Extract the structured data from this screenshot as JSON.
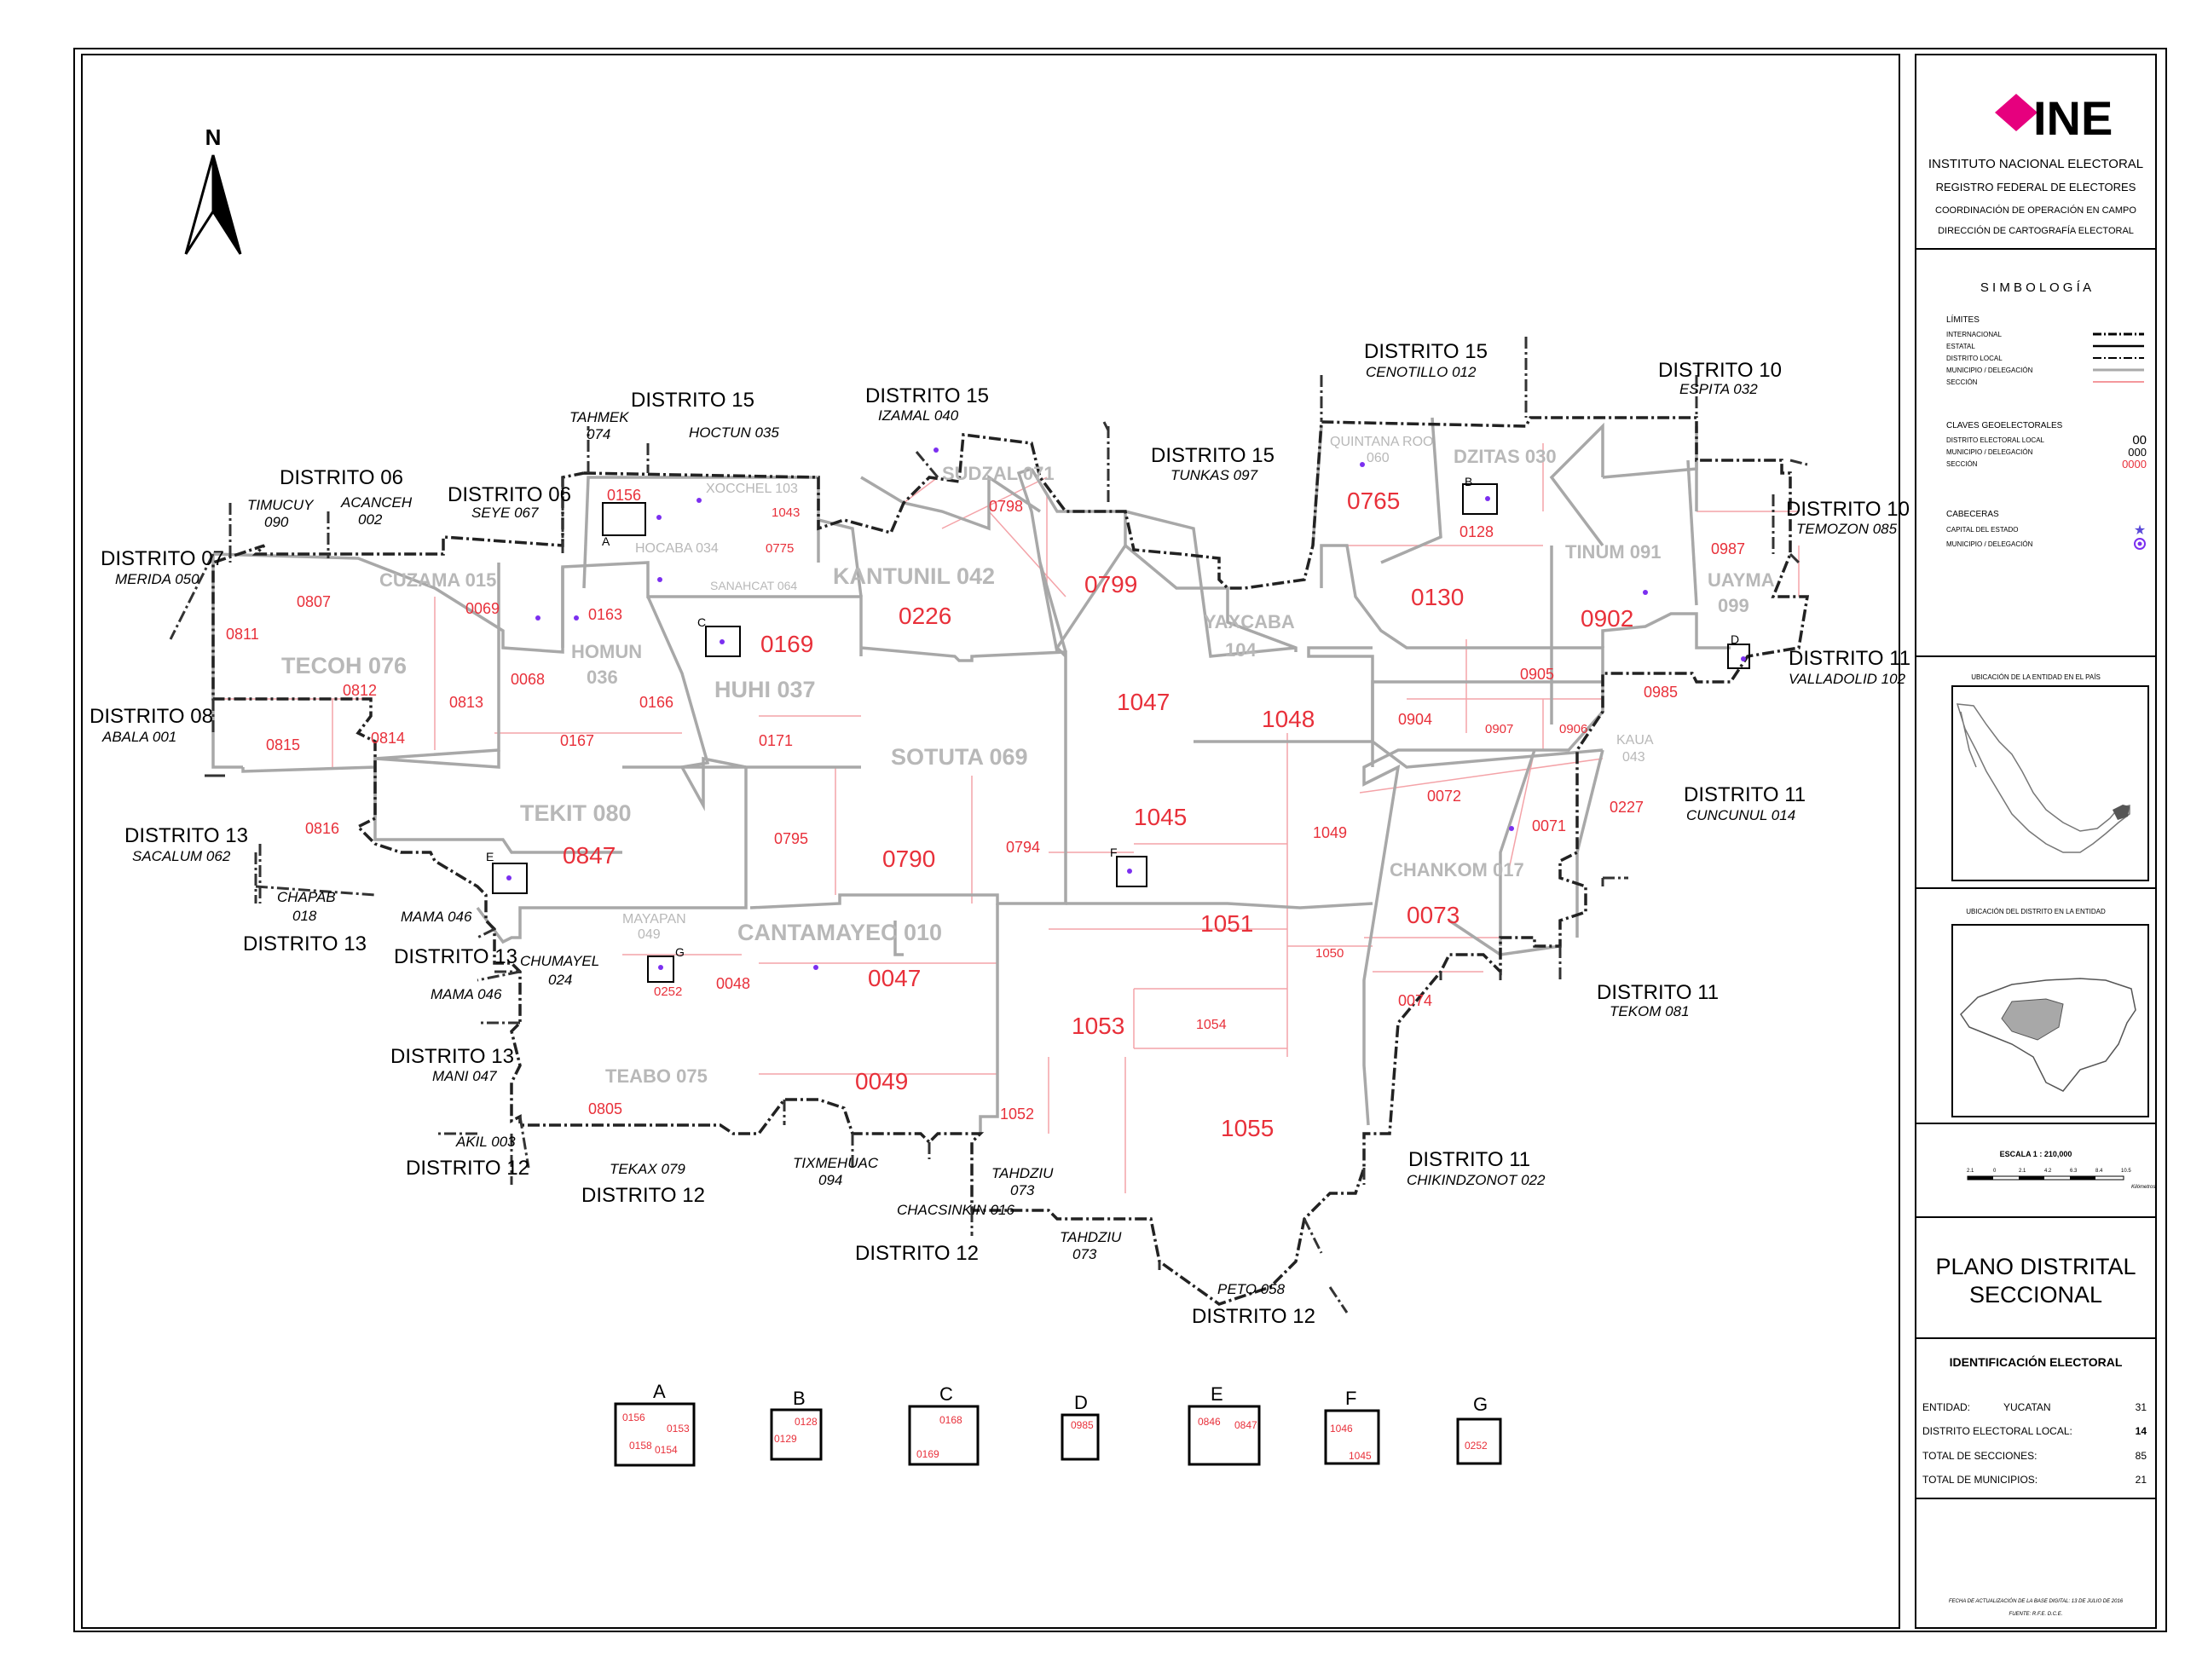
{
  "north_label": "N",
  "district_labels": [
    {
      "name": "DISTRITO 15",
      "mun": "CENOTILLO 012"
    },
    {
      "name": "DISTRITO 10",
      "mun": "ESPITA 032"
    },
    {
      "name": "DISTRITO 15",
      "mun": "TUNKAS 097"
    },
    {
      "name": "DISTRITO 15",
      "mun": "IZAMAL 040"
    },
    {
      "name": "DISTRITO 15",
      "mun": "HOCTUN 035"
    },
    {
      "name": "DISTRITO 06",
      "mun": "SEYE 067"
    },
    {
      "name": "DISTRITO 06",
      "mun": "ACANCEH"
    },
    {
      "name": "DISTRITO 07",
      "mun": "MERIDA 050"
    },
    {
      "name": "DISTRITO 08",
      "mun": "ABALA 001"
    },
    {
      "name": "DISTRITO 13",
      "mun": "SACALUM 062"
    },
    {
      "name": "DISTRITO 13",
      "mun": ""
    },
    {
      "name": "DISTRITO 13",
      "mun": "MAMA 046"
    },
    {
      "name": "DISTRITO 13",
      "mun": "MANI 047"
    },
    {
      "name": "DISTRITO 12",
      "mun": "AKIL 003"
    },
    {
      "name": "DISTRITO 12",
      "mun": "TEKAX 079"
    },
    {
      "name": "DISTRITO 12",
      "mun": "CHACSINKIN 016"
    },
    {
      "name": "DISTRITO 12",
      "mun": "PETO 058"
    },
    {
      "name": "DISTRITO 11",
      "mun": "CHIKINDZONOT 022"
    },
    {
      "name": "DISTRITO 11",
      "mun": "TEKOM 081"
    },
    {
      "name": "DISTRITO 11",
      "mun": "CUNCUNUL 014"
    },
    {
      "name": "DISTRITO 11",
      "mun": "VALLADOLID 102"
    },
    {
      "name": "DISTRITO 10",
      "mun": "TEMOZON 085"
    }
  ],
  "neighbor_municipalities": [
    "TAHMEK",
    "074",
    "TIMUCUY",
    "090",
    "002",
    "CHAPAB",
    "018",
    "MAMA 046",
    "CHUMAYEL",
    "024",
    "TIXMEHUAC",
    "094",
    "TAHDZIU",
    "073",
    "TAHDZIU",
    "073"
  ],
  "municipalities": [
    {
      "name": "SUDZAL 071"
    },
    {
      "name": "KANTUNIL 042"
    },
    {
      "name": "XOCCHEL 103"
    },
    {
      "name": "HOCABA 034"
    },
    {
      "name": "SANAHCAT 064"
    },
    {
      "name": "CUZAMA 015"
    },
    {
      "name": "TECOH 076"
    },
    {
      "name": "HOMUN"
    },
    {
      "name": "036"
    },
    {
      "name": "HUHI 037"
    },
    {
      "name": "SOTUTA 069"
    },
    {
      "name": "TEKIT 080"
    },
    {
      "name": "MAYAPAN"
    },
    {
      "name": "049"
    },
    {
      "name": "CANTAMAYEC 010"
    },
    {
      "name": "TEABO 075"
    },
    {
      "name": "YAXCABA"
    },
    {
      "name": "104"
    },
    {
      "name": "QUINTANA ROO"
    },
    {
      "name": "060"
    },
    {
      "name": "DZITAS 030"
    },
    {
      "name": "TINUM 091"
    },
    {
      "name": "UAYMA"
    },
    {
      "name": "099"
    },
    {
      "name": "KAUA"
    },
    {
      "name": "043"
    },
    {
      "name": "CHANKOM 017"
    }
  ],
  "sections": [
    "0156",
    "1043",
    "0775",
    "0798",
    "0799",
    "0765",
    "0128",
    "0130",
    "0987",
    "0902",
    "0807",
    "0069",
    "0163",
    "0811",
    "0812",
    "0813",
    "0068",
    "0169",
    "0226",
    "1047",
    "1048",
    "0905",
    "0985",
    "0904",
    "0907",
    "0906",
    "0815",
    "0814",
    "0167",
    "0166",
    "0171",
    "0227",
    "0816",
    "0847",
    "0795",
    "0790",
    "0794",
    "1045",
    "1049",
    "0072",
    "0071",
    "0073",
    "1051",
    "1050",
    "0252",
    "0048",
    "0047",
    "0074",
    "1053",
    "1054",
    "0049",
    "0805",
    "1052",
    "1055"
  ],
  "insets": [
    {
      "letter": "A",
      "sections": [
        "0156",
        "0153",
        "0158",
        "0154"
      ]
    },
    {
      "letter": "B",
      "sections": [
        "0128",
        "0129"
      ]
    },
    {
      "letter": "C",
      "sections": [
        "0168",
        "0169"
      ]
    },
    {
      "letter": "D",
      "sections": [
        "0985"
      ]
    },
    {
      "letter": "E",
      "sections": [
        "0846",
        "0847"
      ]
    },
    {
      "letter": "F",
      "sections": [
        "1046",
        "1045"
      ]
    },
    {
      "letter": "G",
      "sections": [
        "0252"
      ]
    }
  ],
  "panel": {
    "org_name": "INE",
    "line1": "INSTITUTO NACIONAL ELECTORAL",
    "line2": "REGISTRO FEDERAL DE ELECTORES",
    "line3": "COORDINACIÓN DE OPERACIÓN EN CAMPO",
    "line4": "DIRECCIÓN DE CARTOGRAFÍA ELECTORAL",
    "simbologia": "S I M B O L O G Í A",
    "limites_title": "LÍMITES",
    "limites": [
      "INTERNACIONAL",
      "ESTATAL",
      "DISTRITO LOCAL",
      "MUNICIPIO / DELEGACIÓN",
      "SECCIÓN"
    ],
    "claves_title": "CLAVES GEOELECTORALES",
    "claves": [
      {
        "label": "DISTRITO ELECTORAL LOCAL",
        "code": "00"
      },
      {
        "label": "MUNICIPIO / DELEGACIÓN",
        "code": "000"
      },
      {
        "label": "SECCIÓN",
        "code": "0000"
      }
    ],
    "cabeceras_title": "CABECERAS",
    "cabeceras": [
      "CAPITAL DEL ESTADO",
      "MUNICIPIO / DELEGACIÓN"
    ],
    "ubic_pais": "UBICACIÓN DE LA ENTIDAD EN EL PAÍS",
    "ubic_entidad": "UBICACIÓN DEL DISTRITO EN LA ENTIDAD",
    "escala": "ESCALA  1 : 210,000",
    "scale_ticks": [
      "2.1",
      "0",
      "2.1",
      "4.2",
      "6.3",
      "8.4",
      "10.5"
    ],
    "scale_unit": "Kilómetros",
    "plano_title1": "PLANO DISTRITAL",
    "plano_title2": "SECCIONAL",
    "ident_title": "IDENTIFICACIÓN ELECTORAL",
    "ident": [
      {
        "label": "ENTIDAD:",
        "value": "YUCATAN",
        "code": "31"
      },
      {
        "label": "DISTRITO ELECTORAL LOCAL:",
        "value": "",
        "code": "14"
      },
      {
        "label": "TOTAL DE SECCIONES:",
        "value": "",
        "code": "85"
      },
      {
        "label": "TOTAL DE MUNICIPIOS:",
        "value": "",
        "code": "21"
      }
    ],
    "footer1": "FECHA DE ACTUALIZACIÓN DE LA BASE DIGITAL: 13 DE JULIO DE 2016",
    "footer2": "FUENTE: R.F.E. D.C.E."
  },
  "colors": {
    "section": "#e8303a",
    "municipality": "#b8b8b8",
    "logo": "#e6007e"
  }
}
